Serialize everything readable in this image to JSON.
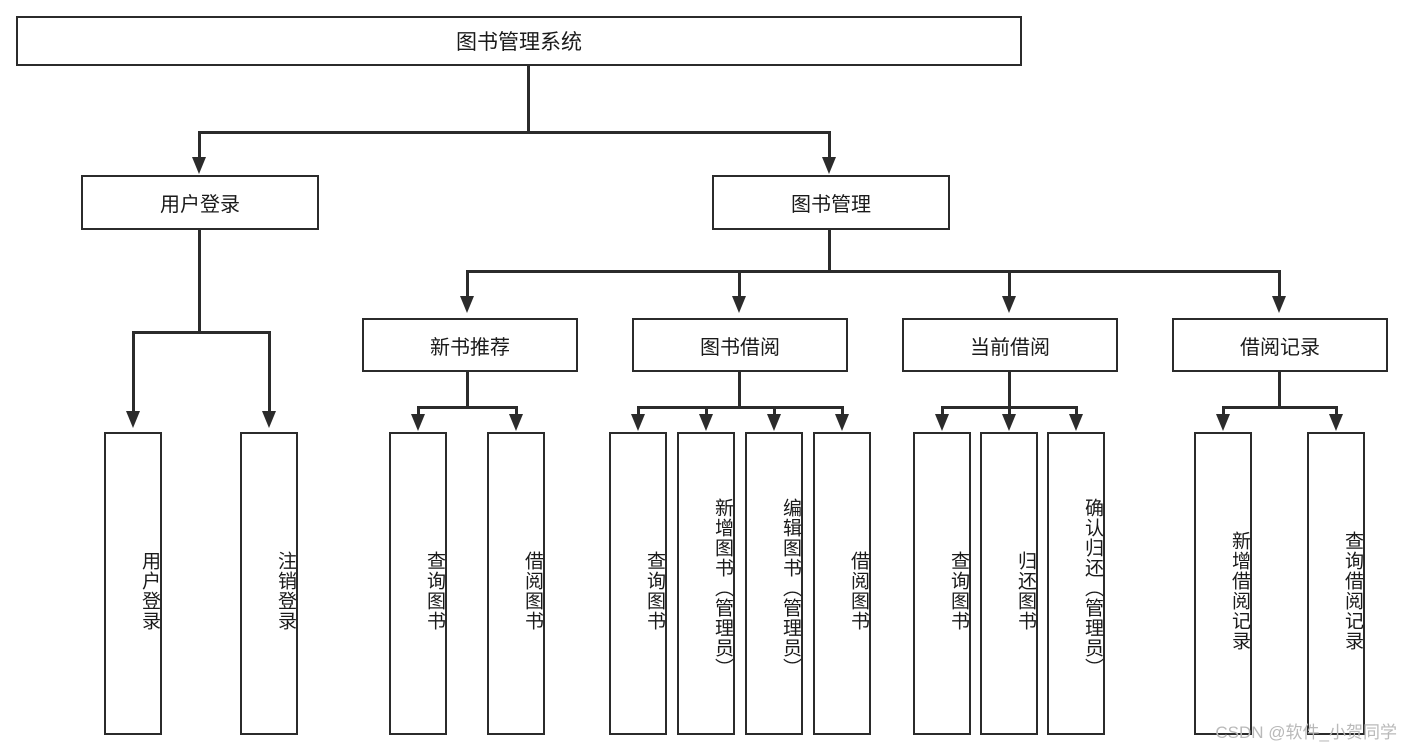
{
  "diagram": {
    "title": "图书管理系统",
    "watermark": "CSDN @软件_小贺同学",
    "root": {
      "label": "图书管理系统"
    },
    "level2": [
      {
        "label": "用户登录"
      },
      {
        "label": "图书管理"
      }
    ],
    "level3": [
      {
        "label": "新书推荐"
      },
      {
        "label": "图书借阅"
      },
      {
        "label": "当前借阅"
      },
      {
        "label": "借阅记录"
      }
    ],
    "leaves": {
      "user_login": [
        {
          "label": "用户登录"
        },
        {
          "label": "注销登录"
        }
      ],
      "new_book": [
        {
          "label": "查询图书"
        },
        {
          "label": "借阅图书"
        }
      ],
      "book_borrow": [
        {
          "label": "查询图书"
        },
        {
          "label": "新增图书（管理员）"
        },
        {
          "label": "编辑图书（管理员）"
        },
        {
          "label": "借阅图书"
        }
      ],
      "current_borrow": [
        {
          "label": "查询图书"
        },
        {
          "label": "归还图书"
        },
        {
          "label": "确认归还（管理员）"
        }
      ],
      "borrow_record": [
        {
          "label": "新增借阅记录"
        },
        {
          "label": "查询借阅记录"
        }
      ]
    },
    "colors": {
      "stroke": "#2b2b2b",
      "fill": "#ffffff",
      "text": "#1a1a1a",
      "watermark": "#b9b9b9"
    }
  }
}
